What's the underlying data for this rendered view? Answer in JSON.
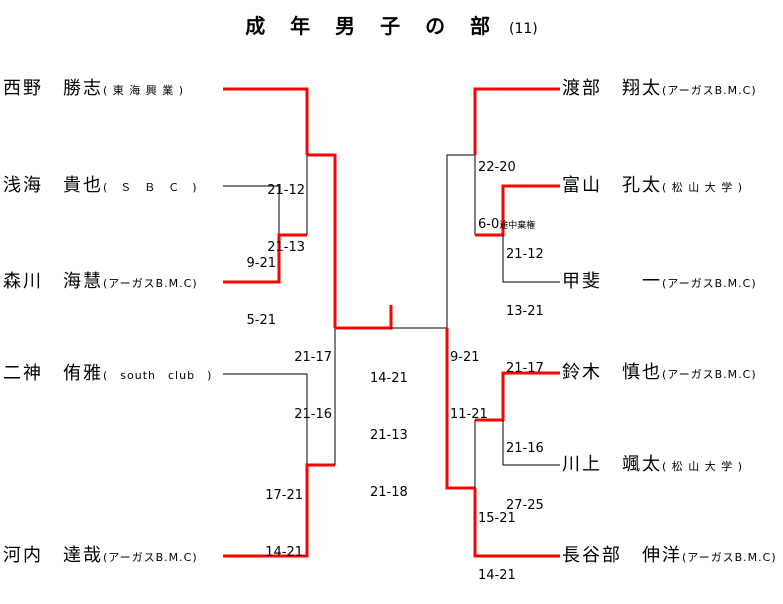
{
  "title": {
    "main": "成 年 男 子 の 部",
    "number": "(11)"
  },
  "colors": {
    "winner_line": "#ff0000",
    "loser_line": "#000000",
    "text": "#000000",
    "background": "#ffffff"
  },
  "left_players": [
    {
      "name": "西野　勝志",
      "club": "( 東 海 興 業 )",
      "winner_line": true
    },
    {
      "name": "浅海　貴也",
      "club": "(　Ｓ　Ｂ　Ｃ　)",
      "winner_line": false
    },
    {
      "name": "森川　海慧",
      "club": "(アーガスB.M.C)",
      "winner_line": true
    },
    {
      "name": "二神　侑雅",
      "club": "(　south　club　)",
      "winner_line": false
    },
    {
      "name": "河内　達哉",
      "club": "(アーガスB.M.C)",
      "winner_line": true
    }
  ],
  "right_players": [
    {
      "name": "渡部　翔太",
      "club": "(アーガスB.M.C)",
      "winner_line": true
    },
    {
      "name": "富山　孔太",
      "club": "( 松 山 大 学 )",
      "winner_line": true
    },
    {
      "name": "甲斐　　一",
      "club": "(アーガスB.M.C)",
      "winner_line": false
    },
    {
      "name": "鈴木　慎也",
      "club": "(アーガスB.M.C)",
      "winner_line": true
    },
    {
      "name": "川上　颯太",
      "club": "( 松 山 大 学 )",
      "winner_line": false
    },
    {
      "name": "長谷部　伸洋",
      "club": "(アーガスB.M.C)",
      "winner_line": true
    }
  ],
  "scores": {
    "left_r1": [
      "9-21",
      "5-21"
    ],
    "left_r2_top": [
      "21-12",
      "21-13"
    ],
    "left_r2_bottom": [
      "17-21",
      "14-21"
    ],
    "left_semi": [
      "21-17",
      "21-16"
    ],
    "final": [
      "14-21",
      "21-13",
      "21-18"
    ],
    "right_semi": [
      "9-21",
      "11-21"
    ],
    "right_r1_top": [
      "21-12",
      "13-21",
      "21-17"
    ],
    "right_r2_top": [
      "22-20",
      "6-0"
    ],
    "right_r2_top_note": "途中棄権",
    "right_r1_bottom": [
      "21-16",
      "27-25"
    ],
    "right_r2_bottom": [
      "15-21",
      "14-21"
    ]
  }
}
